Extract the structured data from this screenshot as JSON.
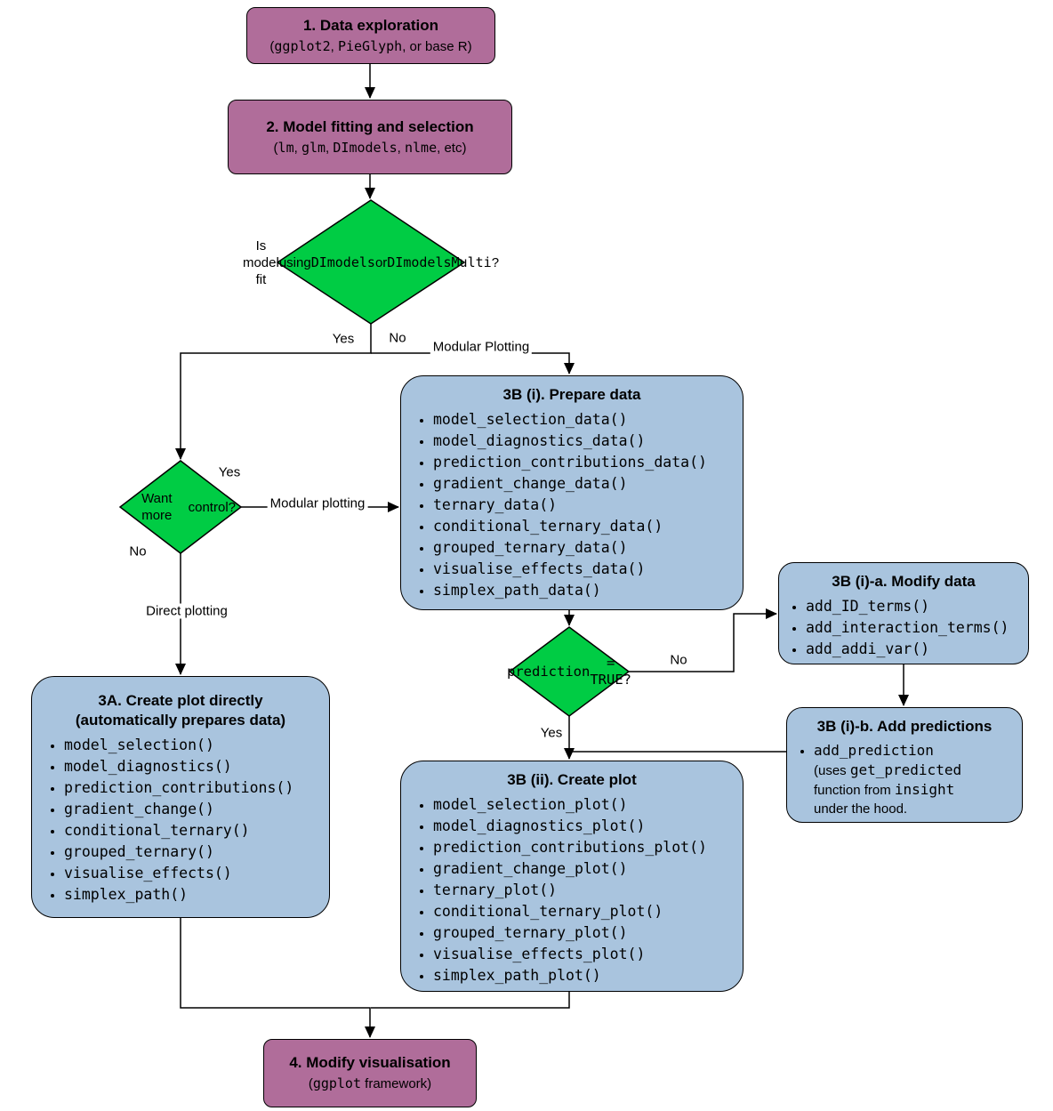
{
  "colors": {
    "purple": "#b06d9a",
    "green": "#00cc44",
    "blue": "#a9c4de",
    "line": "#000000"
  },
  "nodes": {
    "step1": {
      "title": "1. Data exploration",
      "subtitle": [
        {
          "text": "(",
          "mono": false
        },
        {
          "text": "ggplot2",
          "mono": true
        },
        {
          "text": ", ",
          "mono": false
        },
        {
          "text": "PieGlyph",
          "mono": true
        },
        {
          "text": ", or base R)",
          "mono": false
        }
      ]
    },
    "step2": {
      "title": "2. Model fitting and selection",
      "subtitle": [
        {
          "text": "(",
          "mono": false
        },
        {
          "text": "lm",
          "mono": true
        },
        {
          "text": ", ",
          "mono": false
        },
        {
          "text": "glm",
          "mono": true
        },
        {
          "text": ", ",
          "mono": false
        },
        {
          "text": "DImodels",
          "mono": true
        },
        {
          "text": ", ",
          "mono": false
        },
        {
          "text": "nlme",
          "mono": true
        },
        {
          "text": ", etc)",
          "mono": false
        }
      ]
    },
    "decision_model_fit": {
      "text": [
        {
          "text": "Is model fit"
        },
        {
          "br": true
        },
        {
          "text": "using "
        },
        {
          "text": "DImodels",
          "mono": true
        },
        {
          "text": " or"
        },
        {
          "br": true
        },
        {
          "text": "DImodelsMulti",
          "mono": true
        },
        {
          "text": "?"
        }
      ]
    },
    "decision_control": {
      "text": [
        {
          "text": "Want more"
        },
        {
          "br": true
        },
        {
          "text": "control?"
        }
      ]
    },
    "decision_prediction": {
      "text": [
        {
          "text": "prediction",
          "mono": true
        },
        {
          "br": true
        },
        {
          "text": "= TRUE?",
          "mono": true
        }
      ]
    },
    "plot_directly": {
      "title_line1": "3A. Create plot directly",
      "title_line2": "(automatically prepares data)",
      "items": [
        "model_selection()",
        "model_diagnostics()",
        "prediction_contributions()",
        "gradient_change()",
        "conditional_ternary()",
        "grouped_ternary()",
        "visualise_effects()",
        "simplex_path()"
      ]
    },
    "prepare_data": {
      "title": "3B (i). Prepare data",
      "items": [
        "model_selection_data()",
        "model_diagnostics_data()",
        "prediction_contributions_data()",
        "gradient_change_data()",
        "ternary_data()",
        "conditional_ternary_data()",
        "grouped_ternary_data()",
        "visualise_effects_data()",
        "simplex_path_data()"
      ]
    },
    "modify_data": {
      "title": "3B (i)-a. Modify data",
      "items": [
        "add_ID_terms()",
        "add_interaction_terms()",
        "add_addi_var()"
      ]
    },
    "add_predictions": {
      "title": "3B (i)-b. Add predictions",
      "items": [
        [
          {
            "text": "add_prediction",
            "mono": true
          },
          {
            "br": true
          },
          {
            "text": "(uses ",
            "mono": false
          },
          {
            "text": "get_predicted",
            "mono": true
          },
          {
            "br": true
          },
          {
            "text": "function from ",
            "mono": false
          },
          {
            "text": "insight",
            "mono": true
          },
          {
            "br": true
          },
          {
            "text": "under the hood.",
            "mono": false
          }
        ]
      ]
    },
    "create_plot": {
      "title": "3B (ii). Create plot",
      "items": [
        "model_selection_plot()",
        "model_diagnostics_plot()",
        "prediction_contributions_plot()",
        "gradient_change_plot()",
        "ternary_plot()",
        "conditional_ternary_plot()",
        "grouped_ternary_plot()",
        "visualise_effects_plot()",
        "simplex_path_plot()"
      ]
    },
    "step4": {
      "title": "4. Modify visualisation",
      "subtitle": [
        {
          "text": "(",
          "mono": false
        },
        {
          "text": "ggplot",
          "mono": true
        },
        {
          "text": " framework)",
          "mono": false
        }
      ]
    }
  },
  "edge_labels": {
    "d1_yes": "Yes",
    "d1_no": "No",
    "modular_plotting_top": "Modular Plotting",
    "d2_yes": "Yes",
    "d2_modular": "Modular plotting",
    "d2_no": "No",
    "direct_plotting": "Direct plotting",
    "d3_no": "No",
    "d3_yes": "Yes"
  }
}
